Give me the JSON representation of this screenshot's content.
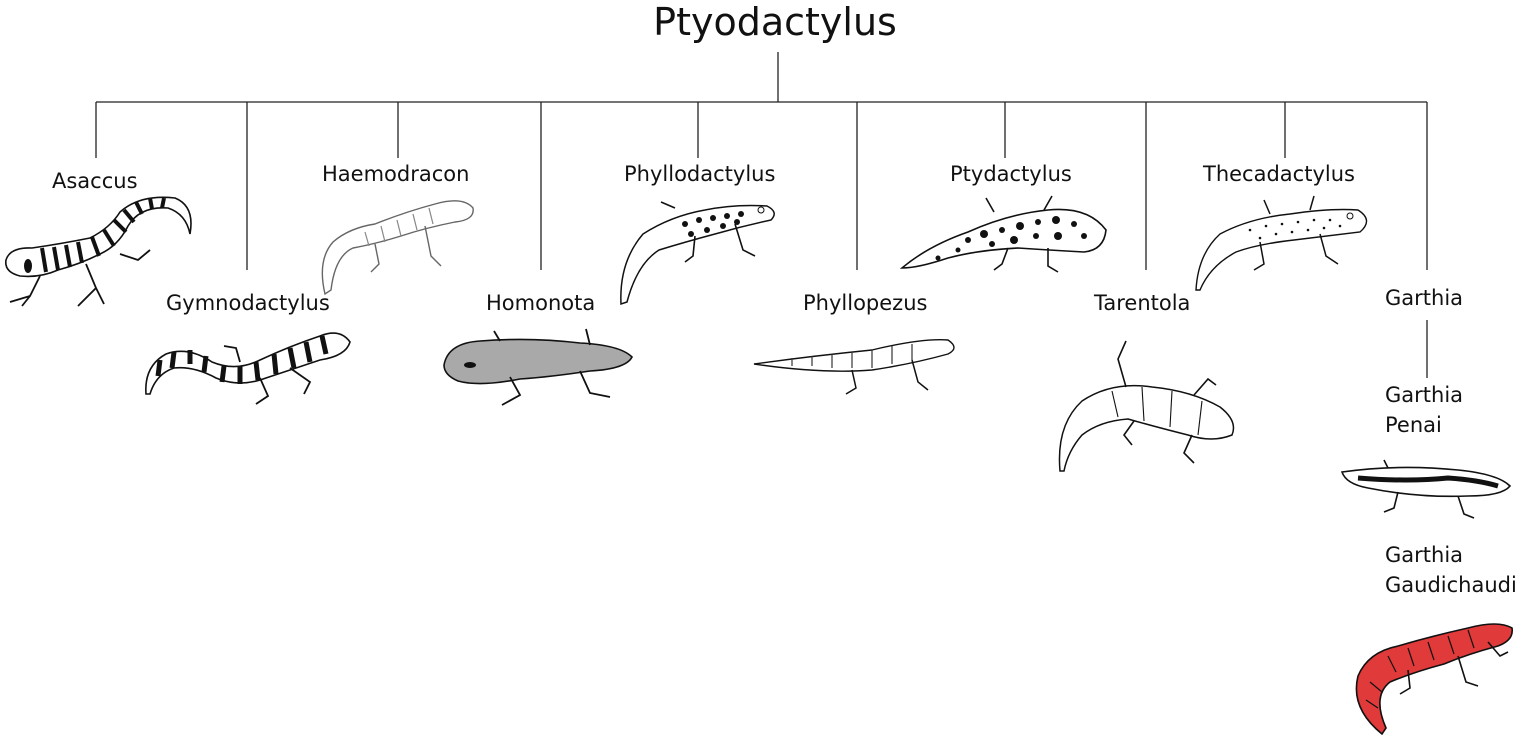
{
  "root": "Ptyodactylus",
  "genera": [
    {
      "label": "Asaccus",
      "style": "banded"
    },
    {
      "label": "Gymnodactylus",
      "style": "banded"
    },
    {
      "label": "Haemodracon",
      "style": "outline"
    },
    {
      "label": "Homonota",
      "style": "shaded"
    },
    {
      "label": "Phyllodactylus",
      "style": "spotted"
    },
    {
      "label": "Phyllopezus",
      "style": "outline"
    },
    {
      "label": "Ptydactylus",
      "style": "spotted"
    },
    {
      "label": "Tarentola",
      "style": "outline"
    },
    {
      "label": "Thecadactylus",
      "style": "dotted"
    },
    {
      "label": "Garthia",
      "style": "none"
    }
  ],
  "garthia_species": [
    {
      "line1": "Garthia",
      "line2": "Penai",
      "style": "striped"
    },
    {
      "line1": "Garthia",
      "line2": "Gaudichaudi",
      "style": "red"
    }
  ],
  "colors": {
    "line": "#222222",
    "highlight": "#e03a3a",
    "ink": "#111111",
    "shade": "#9a9a9a"
  }
}
